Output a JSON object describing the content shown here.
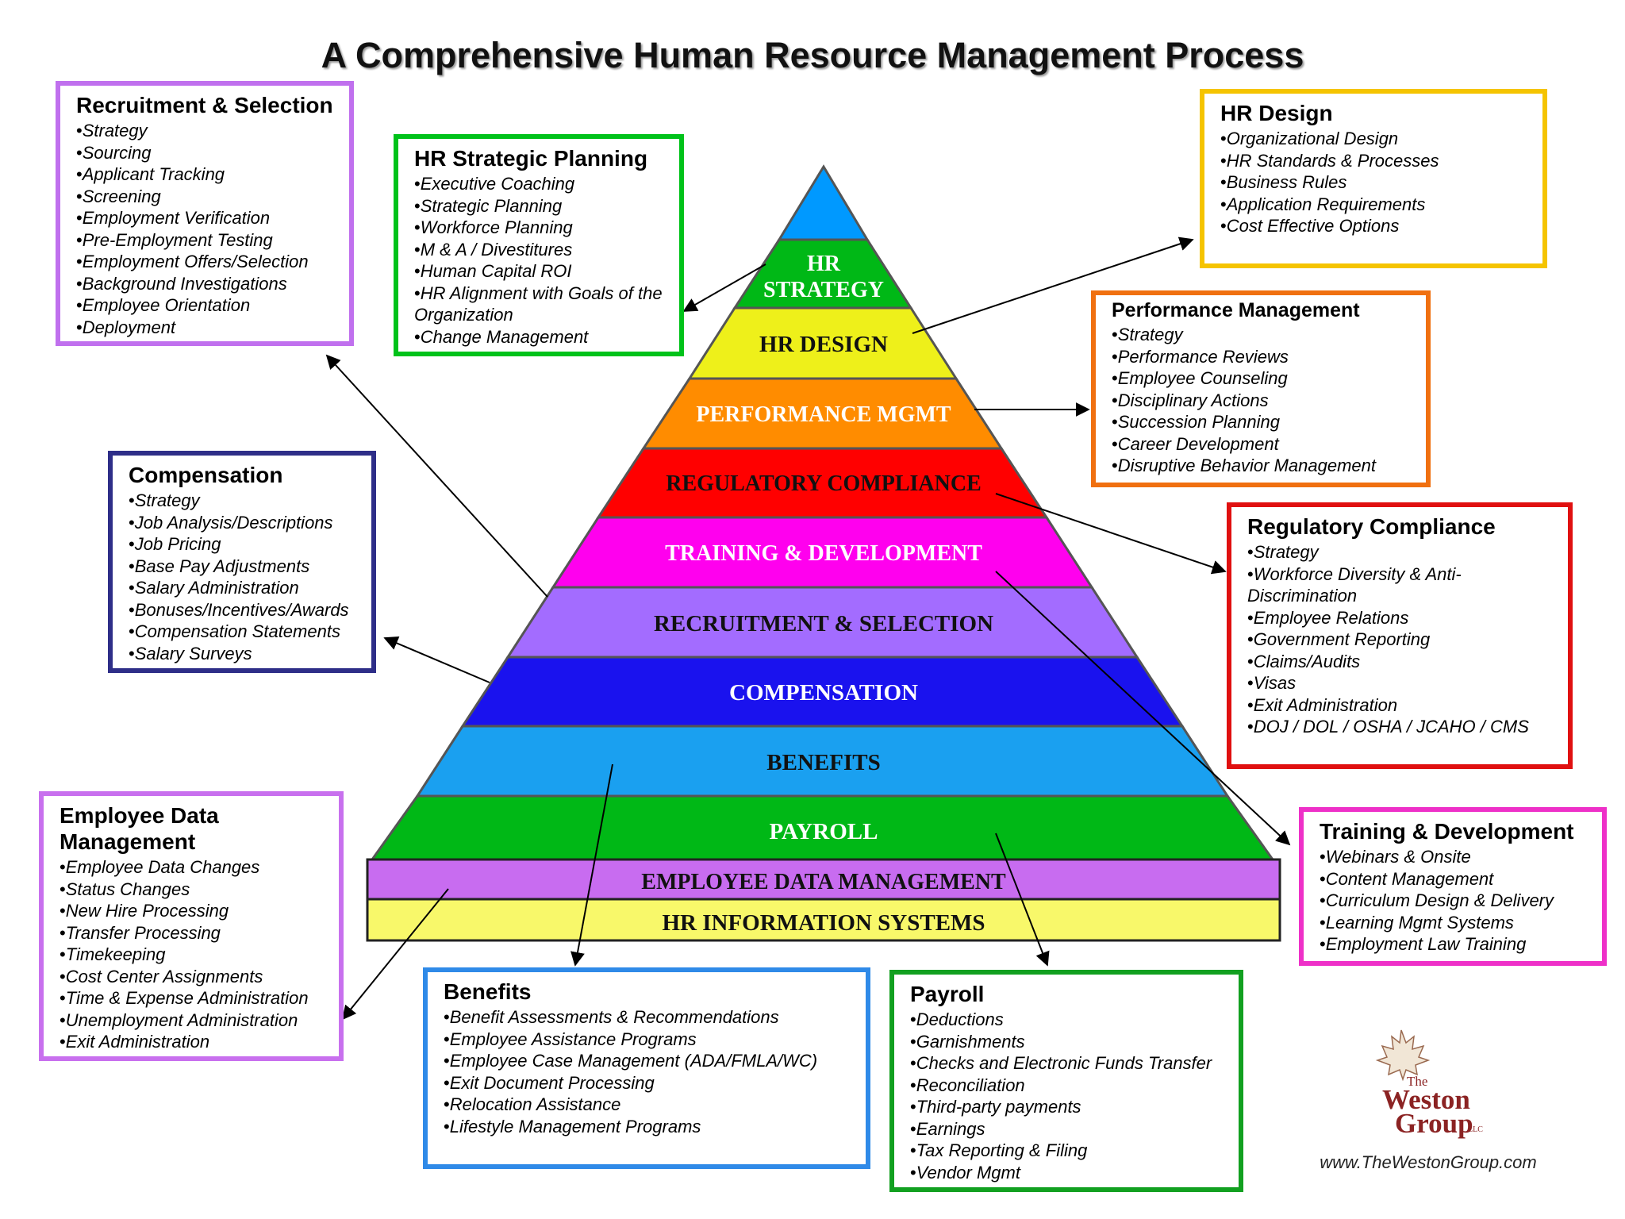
{
  "title": "A Comprehensive Human Resource Management Process",
  "pyramid": {
    "hr_strategy_line1": "HR",
    "hr_strategy_line2": "STRATEGY",
    "hr_design": "HR DESIGN",
    "performance": "PERFORMANCE  MGMT",
    "regulatory": "REGULATORY  COMPLIANCE",
    "training": "TRAINING  &  DEVELOPMENT",
    "recruitment": "RECRUITMENT  &  SELECTION",
    "compensation": "COMPENSATION",
    "benefits": "BENEFITS",
    "payroll": "PAYROLL",
    "employee_data": "EMPLOYEE DATA MANAGEMENT",
    "hris": "HR INFORMATION SYSTEMS"
  },
  "colors": {
    "apex": "#0099ff",
    "hr_strategy": "#00b816",
    "hr_design": "#eef01a",
    "performance": "#ff8c00",
    "regulatory": "#ff0000",
    "training": "#ff00ee",
    "recruitment": "#a36cff",
    "compensation": "#1a12ee",
    "benefits": "#1aa0f0",
    "payroll": "#00b816",
    "employee_data": "#c86cf0",
    "hris": "#f8f86a"
  },
  "boxes": {
    "recruitment": {
      "title": "Recruitment & Selection",
      "items": [
        "Strategy",
        "Sourcing",
        "Applicant Tracking",
        "Screening",
        "Employment Verification",
        "Pre-Employment Testing",
        "Employment Offers/Selection",
        "Background Investigations",
        "Employee Orientation",
        "Deployment"
      ]
    },
    "strategic": {
      "title": "HR Strategic Planning",
      "items": [
        "Executive Coaching",
        "Strategic Planning",
        "Workforce Planning",
        "M & A / Divestitures",
        "Human Capital ROI",
        "HR Alignment with Goals of the Organization",
        "Change Management"
      ]
    },
    "design": {
      "title": "HR Design",
      "items": [
        "Organizational Design",
        "HR Standards & Processes",
        "Business Rules",
        "Application Requirements",
        "Cost Effective Options"
      ]
    },
    "performance": {
      "title": "Performance Management",
      "items": [
        "Strategy",
        "Performance Reviews",
        "Employee Counseling",
        "Disciplinary Actions",
        "Succession Planning",
        "Career Development",
        "Disruptive Behavior Management"
      ]
    },
    "compensation": {
      "title": "Compensation",
      "items": [
        "Strategy",
        "Job Analysis/Descriptions",
        "Job Pricing",
        "Base Pay Adjustments",
        "Salary Administration",
        "Bonuses/Incentives/Awards",
        "Compensation Statements",
        "Salary Surveys"
      ]
    },
    "regulatory": {
      "title": "Regulatory Compliance",
      "items": [
        "Strategy",
        "Workforce Diversity & Anti-Discrimination",
        "Employee Relations",
        "Government Reporting",
        "Claims/Audits",
        "Visas",
        "Exit Administration",
        "DOJ / DOL / OSHA / JCAHO / CMS"
      ]
    },
    "employee_data": {
      "title": "Employee Data Management",
      "items": [
        "Employee Data Changes",
        "Status Changes",
        "New Hire Processing",
        "Transfer Processing",
        "Timekeeping",
        "Cost Center Assignments",
        "Time & Expense Administration",
        "Unemployment Administration",
        "Exit Administration"
      ]
    },
    "training": {
      "title": "Training & Development",
      "items": [
        "Webinars & Onsite",
        "Content Management",
        "Curriculum Design  & Delivery",
        "Learning Mgmt Systems",
        "Employment Law Training"
      ]
    },
    "benefits": {
      "title": "Benefits",
      "items": [
        "Benefit Assessments & Recommendations",
        "Employee Assistance Programs",
        "Employee Case Management (ADA/FMLA/WC)",
        "Exit Document Processing",
        "Relocation Assistance",
        "Lifestyle Management Programs"
      ]
    },
    "payroll": {
      "title": "Payroll",
      "items": [
        "Deductions",
        "Garnishments",
        "Checks and Electronic Funds Transfer",
        "Reconciliation",
        "Third-party payments",
        "Earnings",
        "Tax Reporting & Filing",
        "Vendor Mgmt"
      ]
    }
  },
  "logo": {
    "line1": "The",
    "line2": "Weston",
    "line3": "Group",
    "line4": "LLC"
  },
  "url": "www.TheWestonGroup.com"
}
